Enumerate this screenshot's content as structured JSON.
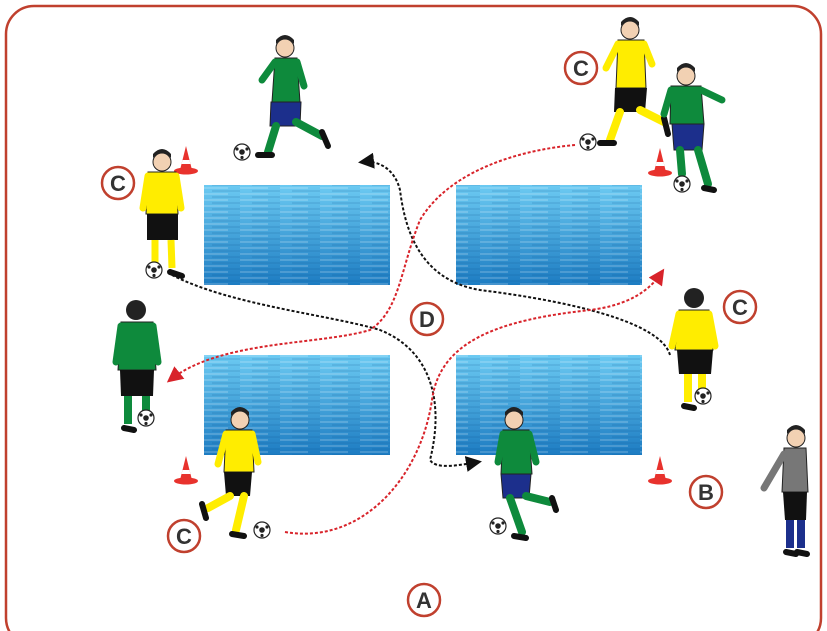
{
  "labels": {
    "area": "A",
    "coach": "B",
    "player_top_left": "C",
    "player_top_right": "C",
    "player_right": "C",
    "player_bottom_left": "C",
    "center": "D"
  },
  "colors": {
    "frame": "#c0402e",
    "label_ring": "#c0402e",
    "label_text": "#333333",
    "water_top": "#5fc0ec",
    "water_bottom": "#1f7fc4",
    "path_red": "#d8232a",
    "path_black": "#111111",
    "kit_yellow": "#ffed00",
    "kit_green": "#0e8a3c",
    "kit_blue": "#1c2f8c",
    "kit_gray": "#777777",
    "cone": "#e8322d"
  }
}
